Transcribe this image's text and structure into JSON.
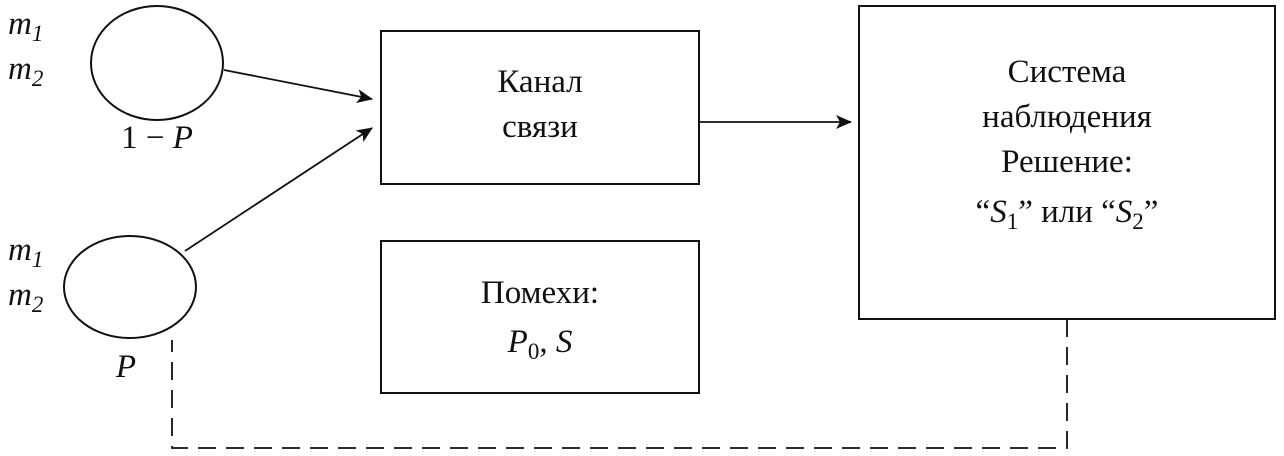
{
  "colors": {
    "ink": "#111111",
    "background": "#ffffff"
  },
  "sources": {
    "top": {
      "input1": {
        "base": "m",
        "sub": "1"
      },
      "input2": {
        "base": "m",
        "sub": "2"
      },
      "prob_prefix": "1 − ",
      "prob_var": "P"
    },
    "bottom": {
      "input1": {
        "base": "m",
        "sub": "1"
      },
      "input2": {
        "base": "m",
        "sub": "2"
      },
      "prob_var": "P"
    }
  },
  "channel_box": {
    "line1": "Канал",
    "line2": "связи"
  },
  "noise_box": {
    "title": "Помехи:",
    "params": {
      "p_base": "P",
      "p_sub": "0",
      "separator": ", ",
      "s_var": "S"
    }
  },
  "observer_box": {
    "line1": "Система",
    "line2": "наблюдения",
    "line3": "Решение:",
    "decision": {
      "open_quote": "“",
      "s1_base": "S",
      "s1_sub": "1",
      "middle": "” или “",
      "s2_base": "S",
      "s2_sub": "2",
      "close_quote": "”"
    }
  }
}
